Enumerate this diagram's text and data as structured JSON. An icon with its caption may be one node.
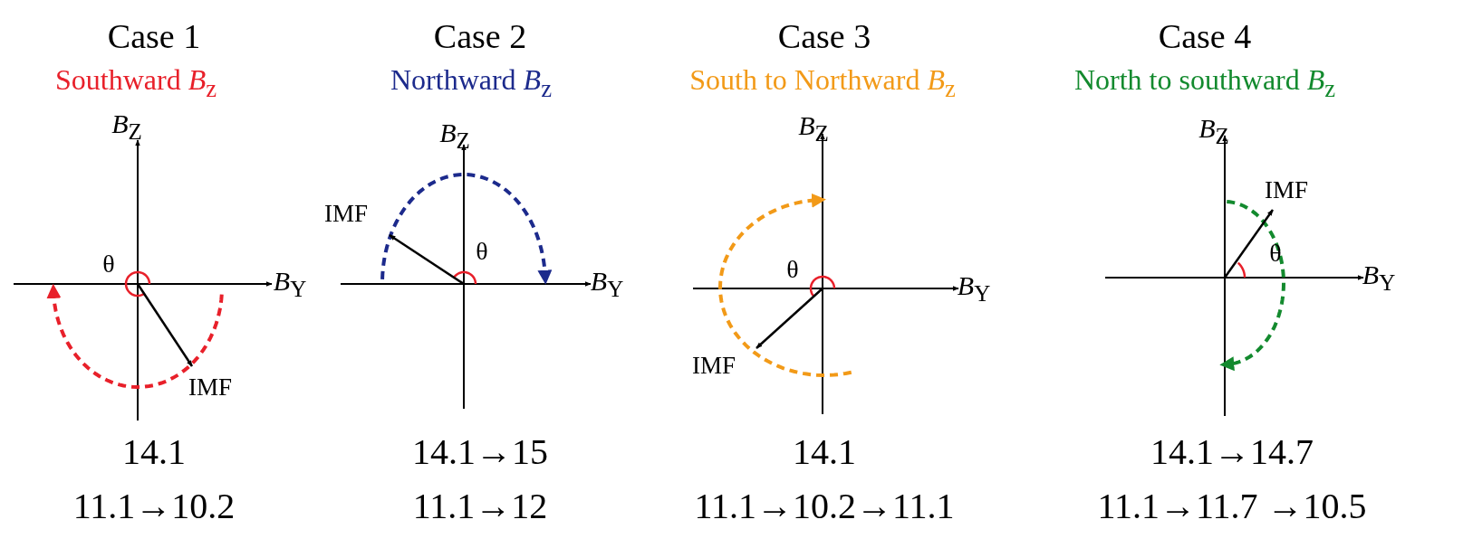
{
  "diagram": {
    "labels": [
      "Case 1",
      "Southward *B*$_{z}$",
      "*B*$_{Z}$",
      "θ",
      "*B*$_{Y}$",
      "IMF",
      "14.1",
      "11.1→10.2",
      "Case 2",
      "Northward *B*$_{z}$",
      "*B*$_{Z}$",
      "IMF",
      "θ",
      "*B*$_{Y}$",
      "14.1→15",
      "11.1→12",
      "Case 3",
      "South to Northward *B*$_{z}$",
      "*B*$_{Z}$",
      "θ",
      "*B*$_{Y}$",
      "IMF",
      "14.1",
      "11.1→10.2→11.1",
      "Case 4",
      "North to southward *B*$_{z}$",
      "*B*$_{Z}$",
      "IMF",
      "θ",
      "*B*$_{Y}$",
      "14.1→14.7",
      "11.1→11.7 →10.5"
    ]
  }
}
